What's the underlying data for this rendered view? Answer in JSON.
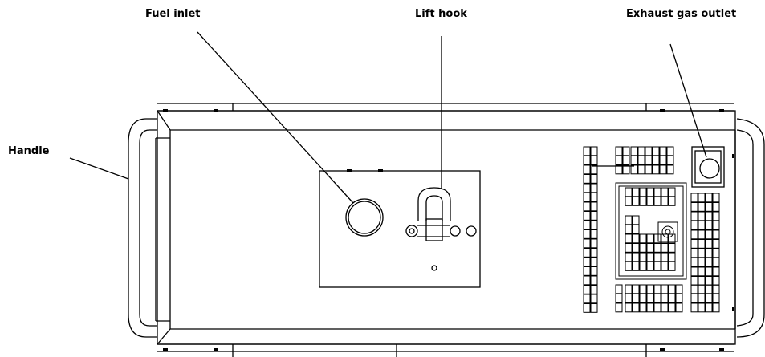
{
  "labels": {
    "fuel_inlet": "Fuel inlet",
    "lift_hook": "Lift hook",
    "exhaust_gas_outlet": "Exhaust gas outlet",
    "handle": "Handle"
  },
  "colors": {
    "line": "#000000",
    "background": "#ffffff"
  }
}
